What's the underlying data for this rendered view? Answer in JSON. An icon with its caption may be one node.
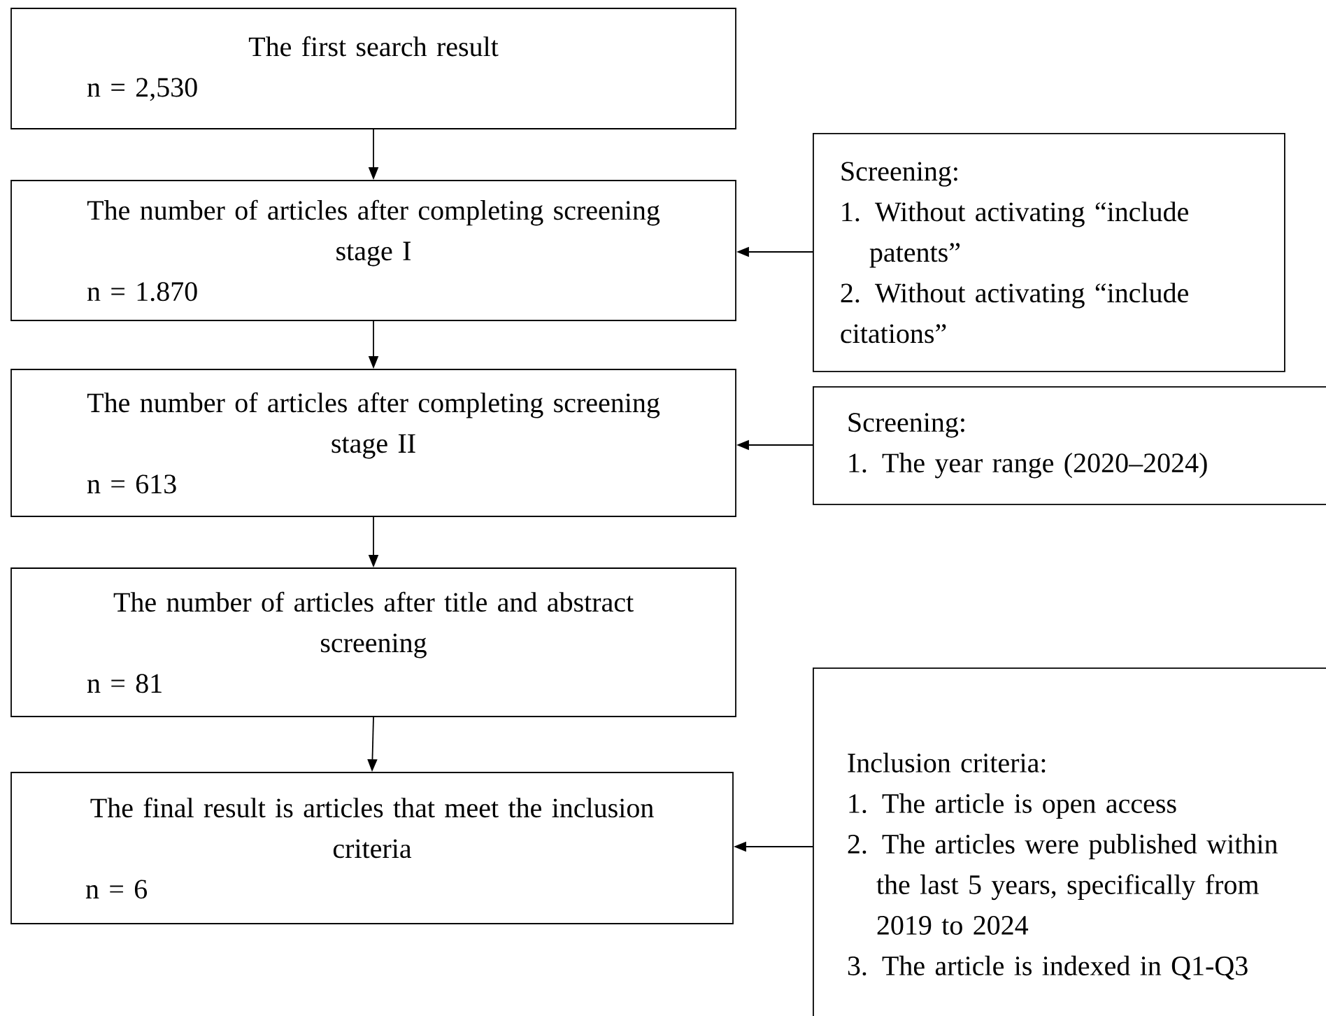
{
  "diagram": {
    "nodes": [
      {
        "text": [
          "The first search result",
          "n = 2,530"
        ]
      },
      {
        "text": [
          "The number of articles after completing screening stage I",
          "n = 1.870"
        ]
      },
      {
        "text": [
          "The number of articles after completing screening stage II",
          "n = 613"
        ]
      },
      {
        "text": [
          "The number of articles after title and abstract screening",
          "n = 81"
        ]
      },
      {
        "text": [
          "The final result is articles that meet the inclusion criteria",
          "n = 6"
        ]
      },
      {
        "text": [
          "Screening:",
          "1. Without activating “include patents”",
          "2. Without activating “include citations”"
        ]
      },
      {
        "text": [
          "Screening:",
          "1. The year range (2020–2024)"
        ]
      },
      {
        "text": [
          "Inclusion criteria:",
          "1. The article is open access",
          "2. The articles were published within the last 5 years, specifically from 2019 to 2024",
          "3. The article is indexed in Q1-Q3"
        ]
      }
    ],
    "edges": [
      {
        "from": 0,
        "to": 1,
        "arrow": "to"
      },
      {
        "from": 1,
        "to": 2,
        "arrow": "to"
      },
      {
        "from": 2,
        "to": 3,
        "arrow": "to"
      },
      {
        "from": 3,
        "to": 4,
        "arrow": "to"
      },
      {
        "from": 5,
        "to": 1,
        "arrow": "to"
      },
      {
        "from": 6,
        "to": 2,
        "arrow": "to"
      },
      {
        "from": 7,
        "to": 4,
        "arrow": "to"
      }
    ]
  }
}
